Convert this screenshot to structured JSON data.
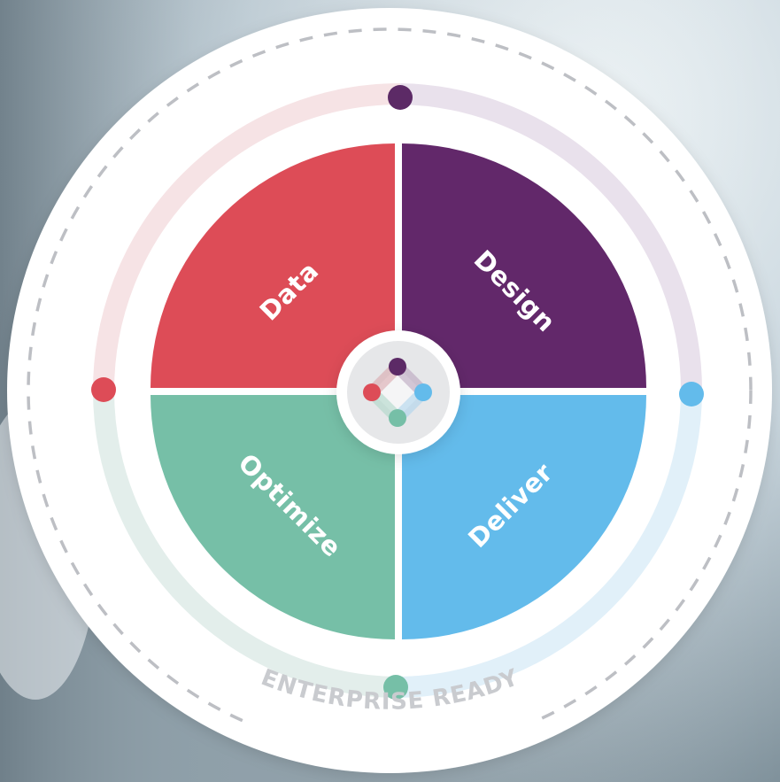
{
  "diagram": {
    "segments": [
      {
        "label": "Data",
        "color": "#dd4c57"
      },
      {
        "label": "Design",
        "color": "#62286a"
      },
      {
        "label": "Deliver",
        "color": "#63bbeb"
      },
      {
        "label": "Optimize",
        "color": "#76bfa7"
      }
    ],
    "ring_text": "ENTERPRISE READY",
    "colors": {
      "red": "#dd4c57",
      "purple": "#5c2a66",
      "blue": "#63bbeb",
      "green": "#76bfa7",
      "dash": "#bdbfc4"
    }
  }
}
